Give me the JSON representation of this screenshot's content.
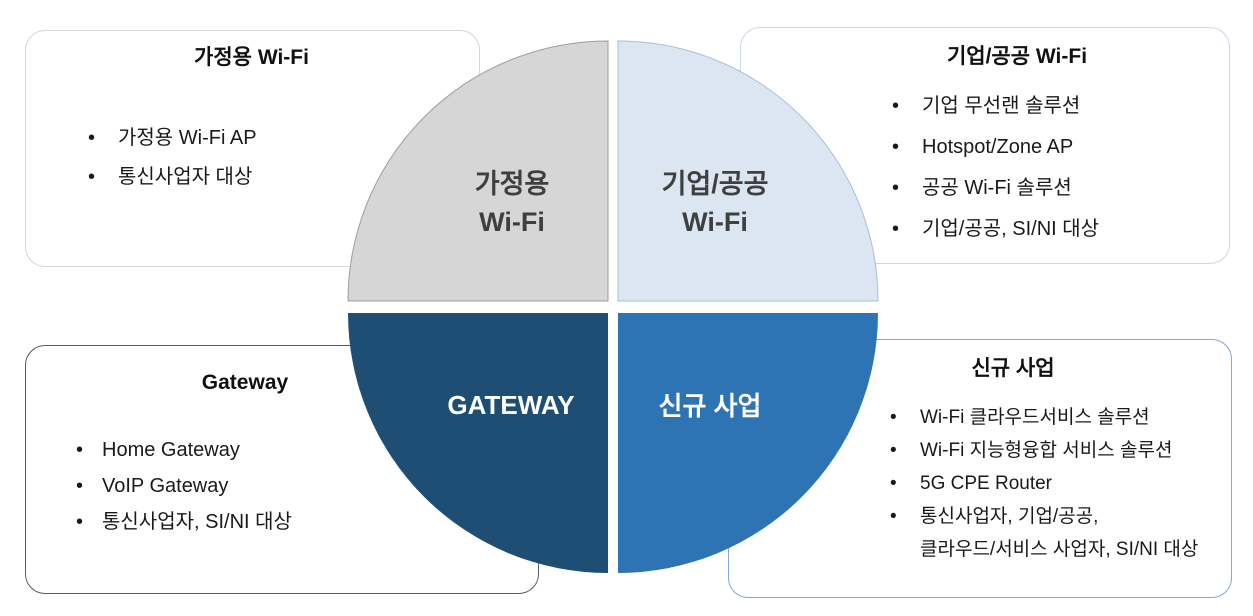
{
  "colors": {
    "quadrant_home": "#D6D6D6",
    "quadrant_enterprise": "#DCE6F3",
    "quadrant_gateway": "#1F4E74",
    "quadrant_new_business": "#2E74B5",
    "quadrant_home_stroke": "#9E9E9E",
    "quadrant_enterprise_stroke": "#A9BFD8",
    "box_home_border": "#D6D6D6",
    "box_enterprise_border": "#C7D9EB",
    "box_gateway_border": "#545C64",
    "box_new_business_border": "#7FA8D2",
    "quadrant_light_label_text": "#3F3F3F",
    "quadrant_dark_label_text": "#FFFFFF"
  },
  "quadrants": {
    "home": {
      "line1": "가정용",
      "line2": "Wi-Fi"
    },
    "enterprise": {
      "line1": "기업/공공",
      "line2": "Wi-Fi"
    },
    "gateway": {
      "label": "GATEWAY"
    },
    "new_business": {
      "label": "신규 사업"
    }
  },
  "boxes": {
    "home": {
      "title": "가정용 Wi-Fi",
      "items": [
        "가정용 Wi-Fi AP",
        "통신사업자 대상"
      ]
    },
    "enterprise": {
      "title": "기업/공공 Wi-Fi",
      "items": [
        "기업 무선랜 솔루션",
        "Hotspot/Zone AP",
        "공공 Wi-Fi 솔루션",
        "기업/공공, SI/NI 대상"
      ]
    },
    "gateway": {
      "title": "Gateway",
      "items": [
        "Home Gateway",
        "VoIP Gateway",
        "통신사업자, SI/NI 대상"
      ]
    },
    "new_business": {
      "title": "신규 사업",
      "items": [
        "Wi-Fi 클라우드서비스 솔루션",
        "Wi-Fi 지능형융합 서비스 솔루션",
        "5G CPE Router",
        "통신사업자, 기업/공공,",
        "클라우드/서비스 사업자, SI/NI 대상"
      ]
    }
  }
}
